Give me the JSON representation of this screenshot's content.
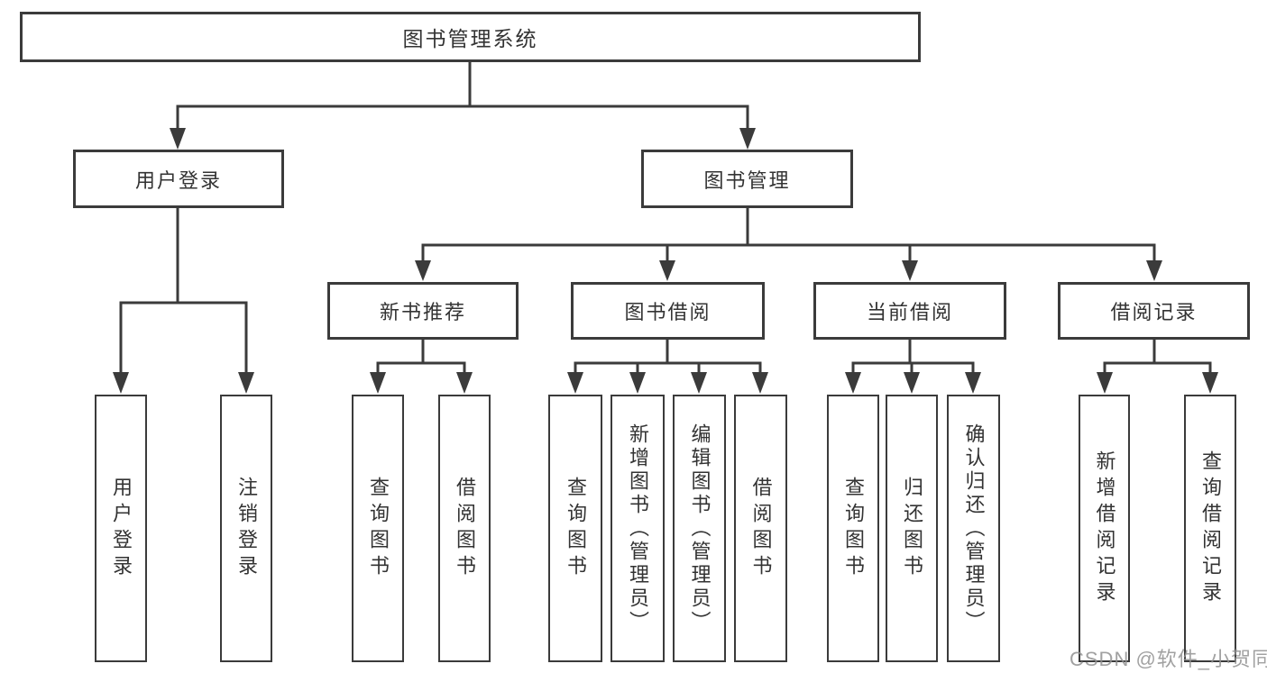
{
  "diagram": {
    "root": {
      "label": "图书管理系统"
    },
    "level2": [
      {
        "id": "user-login",
        "label": "用户登录"
      },
      {
        "id": "book-management",
        "label": "图书管理"
      }
    ],
    "level3": [
      {
        "id": "new-book-recommend",
        "label": "新书推荐",
        "parent": "图书管理"
      },
      {
        "id": "book-borrow",
        "label": "图书借阅",
        "parent": "图书管理"
      },
      {
        "id": "current-borrow",
        "label": "当前借阅",
        "parent": "图书管理"
      },
      {
        "id": "borrow-records",
        "label": "借阅记录",
        "parent": "图书管理"
      }
    ],
    "leaves": [
      {
        "label": "用户登录",
        "parent": "用户登录"
      },
      {
        "label": "注销登录",
        "parent": "用户登录"
      },
      {
        "label": "查询图书",
        "parent": "新书推荐"
      },
      {
        "label": "借阅图书",
        "parent": "新书推荐"
      },
      {
        "label": "查询图书",
        "parent": "图书借阅"
      },
      {
        "label": "新增图书（管理员）",
        "parent": "图书借阅"
      },
      {
        "label": "编辑图书（管理员）",
        "parent": "图书借阅"
      },
      {
        "label": "借阅图书",
        "parent": "图书借阅"
      },
      {
        "label": "查询图书",
        "parent": "当前借阅"
      },
      {
        "label": "归还图书",
        "parent": "当前借阅"
      },
      {
        "label": "确认归还（管理员）",
        "parent": "当前借阅"
      },
      {
        "label": "新增借阅记录",
        "parent": "借阅记录"
      },
      {
        "label": "查询借阅记录",
        "parent": "借阅记录"
      }
    ]
  },
  "watermark": {
    "text": "CSDN @软件_小贺同学"
  },
  "colors": {
    "line": "#3b3b3b",
    "box_border": "#3b3b3b",
    "text": "#333333",
    "background": "#ffffff",
    "watermark": "#919191"
  }
}
